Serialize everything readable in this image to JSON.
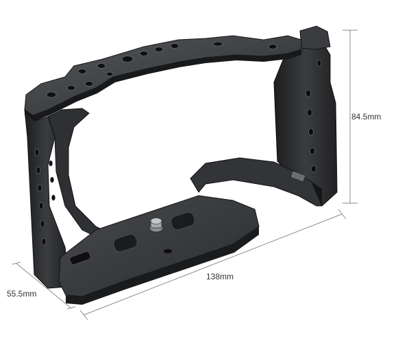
{
  "product": {
    "colors": {
      "body": "#2b2c2e",
      "body_dark": "#1a1b1c",
      "body_light": "#4a4c4f",
      "edge": "#6b6e72",
      "dimension_line": "#8a8a8a"
    }
  },
  "dimensions": {
    "height_label": "84.5mm",
    "width_label": "138mm",
    "depth_label": "55.5mm"
  }
}
